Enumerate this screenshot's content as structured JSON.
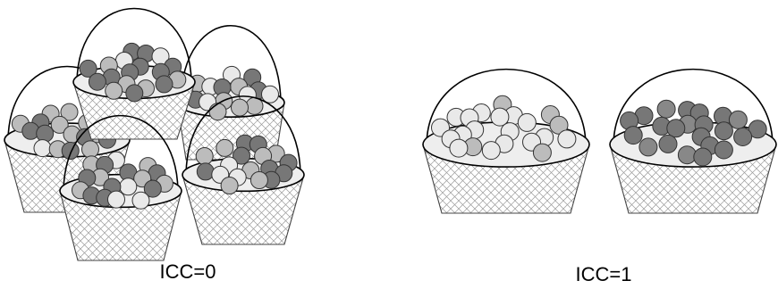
{
  "labels": {
    "left_caption": "ICC=0",
    "right_caption": "ICC=1"
  },
  "colors": {
    "light": "#e9e9e9",
    "mid": "#bcbcbc",
    "dark": "#777777",
    "outline": "#000000",
    "basket_top": "#eeeeee",
    "mesh": "#9a9a9a"
  },
  "icons": [
    "basket-icon",
    "ball-icon"
  ],
  "groups": [
    {
      "name": "icc-0",
      "baskets": [
        "mixed",
        "mixed",
        "mixed",
        "mixed",
        "mixed"
      ]
    },
    {
      "name": "icc-1",
      "baskets": [
        "light",
        "dark"
      ]
    }
  ]
}
